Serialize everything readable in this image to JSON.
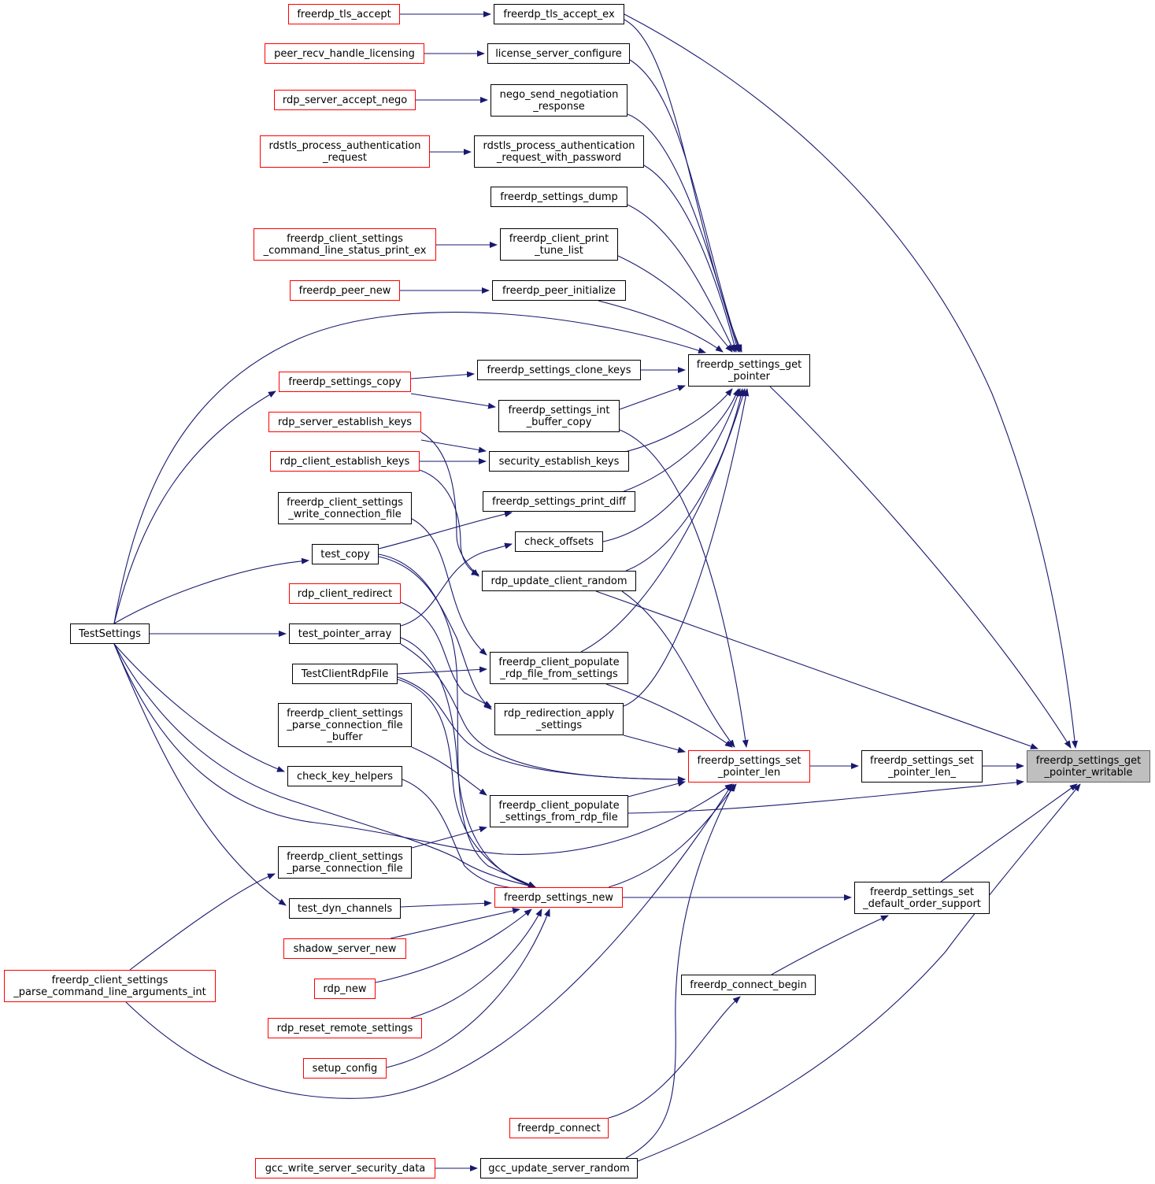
{
  "colors": {
    "edge": "#191970",
    "node_border": "#000000",
    "truncated_border": "#ff0000",
    "target_fill": "#bfbfbf"
  },
  "nodes": [
    {
      "id": "target",
      "lines": [
        "freerdp_settings_get",
        "_pointer_writable"
      ],
      "style": "target"
    },
    {
      "id": "set_len_",
      "lines": [
        "freerdp_settings_set",
        "_pointer_len_"
      ],
      "style": "normal"
    },
    {
      "id": "set_len",
      "lines": [
        "freerdp_settings_set",
        "_pointer_len"
      ],
      "style": "red"
    },
    {
      "id": "get_ptr",
      "lines": [
        "freerdp_settings_get",
        "_pointer"
      ],
      "style": "normal"
    },
    {
      "id": "set_order",
      "lines": [
        "freerdp_settings_set",
        "_default_order_support"
      ],
      "style": "normal"
    },
    {
      "id": "connect_begin",
      "lines": [
        "freerdp_connect_begin"
      ],
      "style": "normal"
    },
    {
      "id": "connect",
      "lines": [
        "freerdp_connect"
      ],
      "style": "red"
    },
    {
      "id": "gcc_update",
      "lines": [
        "gcc_update_server_random"
      ],
      "style": "normal"
    },
    {
      "id": "gcc_write",
      "lines": [
        "gcc_write_server_security_data"
      ],
      "style": "red"
    },
    {
      "id": "settings_new",
      "lines": [
        "freerdp_settings_new"
      ],
      "style": "red"
    },
    {
      "id": "tls_accept_ex",
      "lines": [
        "freerdp_tls_accept_ex"
      ],
      "style": "normal"
    },
    {
      "id": "tls_accept",
      "lines": [
        "freerdp_tls_accept"
      ],
      "style": "red"
    },
    {
      "id": "license_cfg",
      "lines": [
        "license_server_configure"
      ],
      "style": "normal"
    },
    {
      "id": "peer_recv",
      "lines": [
        "peer_recv_handle_licensing"
      ],
      "style": "red"
    },
    {
      "id": "nego_send",
      "lines": [
        "nego_send_negotiation",
        "_response"
      ],
      "style": "normal"
    },
    {
      "id": "server_accept_nego",
      "lines": [
        "rdp_server_accept_nego"
      ],
      "style": "red"
    },
    {
      "id": "rdstls_pw",
      "lines": [
        "rdstls_process_authentication",
        "_request_with_password"
      ],
      "style": "normal"
    },
    {
      "id": "rdstls",
      "lines": [
        "rdstls_process_authentication",
        "_request"
      ],
      "style": "red"
    },
    {
      "id": "dump",
      "lines": [
        "freerdp_settings_dump"
      ],
      "style": "normal"
    },
    {
      "id": "print_tune",
      "lines": [
        "freerdp_client_print",
        "_tune_list"
      ],
      "style": "normal"
    },
    {
      "id": "cmd_status",
      "lines": [
        "freerdp_client_settings",
        "_command_line_status_print_ex"
      ],
      "style": "red"
    },
    {
      "id": "peer_init",
      "lines": [
        "freerdp_peer_initialize"
      ],
      "style": "normal"
    },
    {
      "id": "peer_new",
      "lines": [
        "freerdp_peer_new"
      ],
      "style": "red"
    },
    {
      "id": "clone_keys",
      "lines": [
        "freerdp_settings_clone_keys"
      ],
      "style": "normal"
    },
    {
      "id": "settings_copy",
      "lines": [
        "freerdp_settings_copy"
      ],
      "style": "red"
    },
    {
      "id": "int_buffer",
      "lines": [
        "freerdp_settings_int",
        "_buffer_copy"
      ],
      "style": "normal"
    },
    {
      "id": "server_keys",
      "lines": [
        "rdp_server_establish_keys"
      ],
      "style": "red"
    },
    {
      "id": "sec_keys",
      "lines": [
        "security_establish_keys"
      ],
      "style": "normal"
    },
    {
      "id": "client_keys",
      "lines": [
        "rdp_client_establish_keys"
      ],
      "style": "red"
    },
    {
      "id": "print_diff",
      "lines": [
        "freerdp_settings_print_diff"
      ],
      "style": "normal"
    },
    {
      "id": "write_conn",
      "lines": [
        "freerdp_client_settings",
        "_write_connection_file"
      ],
      "style": "normal"
    },
    {
      "id": "check_offsets",
      "lines": [
        "check_offsets"
      ],
      "style": "normal"
    },
    {
      "id": "test_copy",
      "lines": [
        "test_copy"
      ],
      "style": "normal"
    },
    {
      "id": "update_random",
      "lines": [
        "rdp_update_client_random"
      ],
      "style": "normal"
    },
    {
      "id": "client_redirect",
      "lines": [
        "rdp_client_redirect"
      ],
      "style": "red"
    },
    {
      "id": "test_settings",
      "lines": [
        "TestSettings"
      ],
      "style": "normal"
    },
    {
      "id": "test_ptr_array",
      "lines": [
        "test_pointer_array"
      ],
      "style": "normal"
    },
    {
      "id": "pop_rdp_file",
      "lines": [
        "freerdp_client_populate",
        "_rdp_file_from_settings"
      ],
      "style": "normal"
    },
    {
      "id": "test_client_rdp",
      "lines": [
        "TestClientRdpFile"
      ],
      "style": "normal"
    },
    {
      "id": "redir_apply",
      "lines": [
        "rdp_redirection_apply",
        "_settings"
      ],
      "style": "normal"
    },
    {
      "id": "parse_buf",
      "lines": [
        "freerdp_client_settings",
        "_parse_connection_file",
        "_buffer"
      ],
      "style": "normal"
    },
    {
      "id": "check_key",
      "lines": [
        "check_key_helpers"
      ],
      "style": "normal"
    },
    {
      "id": "pop_settings",
      "lines": [
        "freerdp_client_populate",
        "_settings_from_rdp_file"
      ],
      "style": "normal"
    },
    {
      "id": "parse_file",
      "lines": [
        "freerdp_client_settings",
        "_parse_connection_file"
      ],
      "style": "normal"
    },
    {
      "id": "dyn_channels",
      "lines": [
        "test_dyn_channels"
      ],
      "style": "normal"
    },
    {
      "id": "shadow",
      "lines": [
        "shadow_server_new"
      ],
      "style": "red"
    },
    {
      "id": "cmd_args",
      "lines": [
        "freerdp_client_settings",
        "_parse_command_line_arguments_int"
      ],
      "style": "red"
    },
    {
      "id": "rdp_new",
      "lines": [
        "rdp_new"
      ],
      "style": "red"
    },
    {
      "id": "reset_remote",
      "lines": [
        "rdp_reset_remote_settings"
      ],
      "style": "red"
    },
    {
      "id": "setup_config",
      "lines": [
        "setup_config"
      ],
      "style": "red"
    }
  ],
  "edges": [
    [
      "set_len_",
      "target"
    ],
    [
      "set_len",
      "set_len_"
    ],
    [
      "get_ptr",
      "target"
    ],
    [
      "set_order",
      "target"
    ],
    [
      "connect_begin",
      "set_order"
    ],
    [
      "connect",
      "connect_begin"
    ],
    [
      "settings_new",
      "set_order"
    ],
    [
      "gcc_update",
      "target"
    ],
    [
      "gcc_write",
      "gcc_update"
    ],
    [
      "pop_settings",
      "target"
    ],
    [
      "update_random",
      "target"
    ],
    [
      "tls_accept_ex",
      "target"
    ],
    [
      "tls_accept",
      "tls_accept_ex"
    ],
    [
      "tls_accept_ex",
      "get_ptr"
    ],
    [
      "license_cfg",
      "get_ptr"
    ],
    [
      "peer_recv",
      "license_cfg"
    ],
    [
      "nego_send",
      "get_ptr"
    ],
    [
      "server_accept_nego",
      "nego_send"
    ],
    [
      "rdstls_pw",
      "get_ptr"
    ],
    [
      "rdstls",
      "rdstls_pw"
    ],
    [
      "dump",
      "get_ptr"
    ],
    [
      "print_tune",
      "get_ptr"
    ],
    [
      "cmd_status",
      "print_tune"
    ],
    [
      "peer_init",
      "get_ptr"
    ],
    [
      "peer_new",
      "peer_init"
    ],
    [
      "test_settings",
      "get_ptr"
    ],
    [
      "clone_keys",
      "get_ptr"
    ],
    [
      "settings_copy",
      "clone_keys"
    ],
    [
      "int_buffer",
      "get_ptr"
    ],
    [
      "settings_copy",
      "int_buffer"
    ],
    [
      "sec_keys",
      "get_ptr"
    ],
    [
      "server_keys",
      "sec_keys"
    ],
    [
      "client_keys",
      "sec_keys"
    ],
    [
      "print_diff",
      "get_ptr"
    ],
    [
      "test_copy",
      "print_diff"
    ],
    [
      "check_offsets",
      "get_ptr"
    ],
    [
      "test_ptr_array",
      "check_offsets"
    ],
    [
      "update_random",
      "get_ptr"
    ],
    [
      "client_keys",
      "update_random"
    ],
    [
      "server_keys",
      "update_random"
    ],
    [
      "pop_rdp_file",
      "get_ptr"
    ],
    [
      "write_conn",
      "pop_rdp_file"
    ],
    [
      "test_client_rdp",
      "pop_rdp_file"
    ],
    [
      "redir_apply",
      "get_ptr"
    ],
    [
      "client_redirect",
      "redir_apply"
    ],
    [
      "test_copy",
      "redir_apply"
    ],
    [
      "int_buffer",
      "set_len"
    ],
    [
      "update_random",
      "set_len"
    ],
    [
      "redir_apply",
      "set_len"
    ],
    [
      "pop_rdp_file",
      "set_len"
    ],
    [
      "pop_settings",
      "set_len"
    ],
    [
      "test_ptr_array",
      "set_len"
    ],
    [
      "test_client_rdp",
      "set_len"
    ],
    [
      "settings_new",
      "set_len"
    ],
    [
      "gcc_update",
      "set_len"
    ],
    [
      "test_settings",
      "set_len"
    ],
    [
      "cmd_args",
      "set_len"
    ],
    [
      "test_settings",
      "settings_copy"
    ],
    [
      "test_settings",
      "test_copy"
    ],
    [
      "test_settings",
      "test_ptr_array"
    ],
    [
      "test_settings",
      "check_key"
    ],
    [
      "test_settings",
      "dyn_channels"
    ],
    [
      "parse_buf",
      "pop_settings"
    ],
    [
      "parse_file",
      "pop_settings"
    ],
    [
      "cmd_args",
      "parse_file"
    ],
    [
      "test_copy",
      "settings_new"
    ],
    [
      "test_ptr_array",
      "settings_new"
    ],
    [
      "test_client_rdp",
      "settings_new"
    ],
    [
      "check_key",
      "settings_new"
    ],
    [
      "dyn_channels",
      "settings_new"
    ],
    [
      "shadow",
      "settings_new"
    ],
    [
      "rdp_new",
      "settings_new"
    ],
    [
      "reset_remote",
      "settings_new"
    ],
    [
      "setup_config",
      "settings_new"
    ],
    [
      "test_settings",
      "settings_new"
    ]
  ]
}
